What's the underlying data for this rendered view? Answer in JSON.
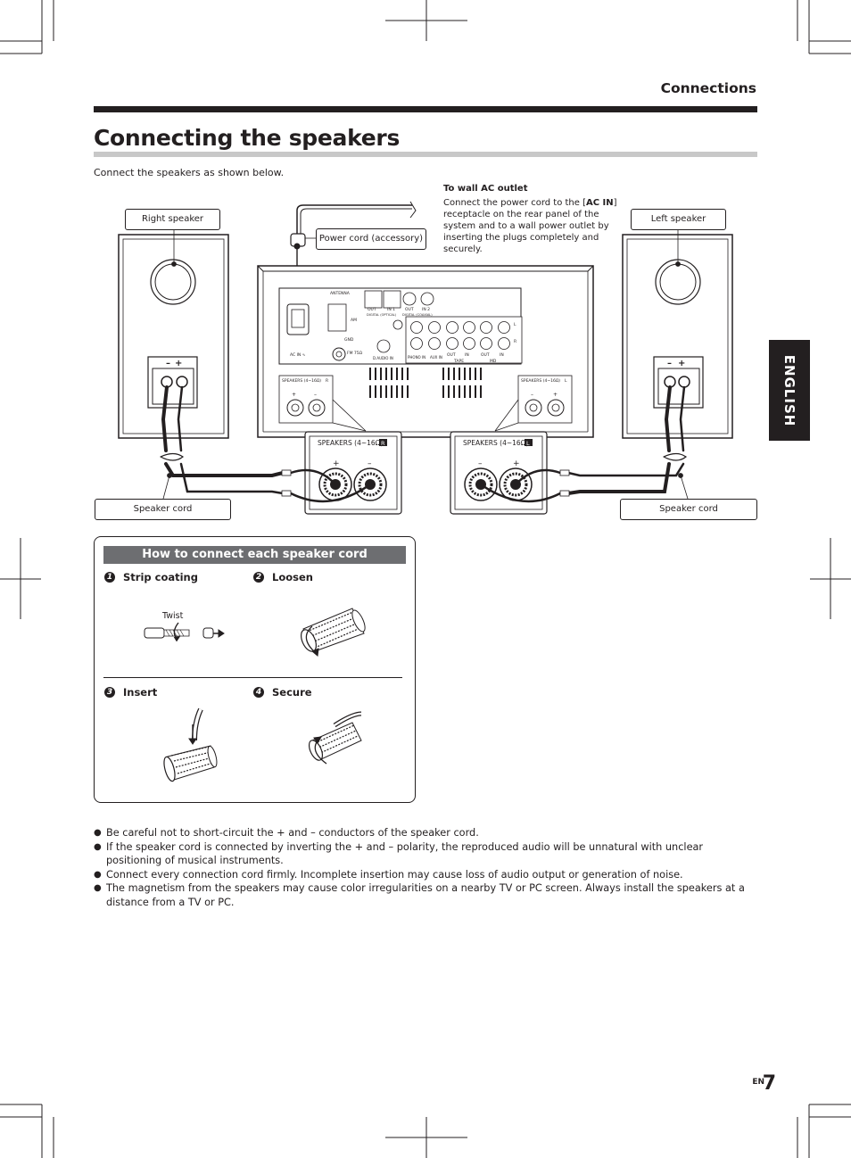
{
  "header": {
    "section": "Connections"
  },
  "page": {
    "title": "Connecting the speakers",
    "intro": "Connect the speakers as shown below."
  },
  "diagram": {
    "labels": {
      "right_speaker": "Right speaker",
      "left_speaker": "Left speaker",
      "power_cord": "Power cord (accessory)",
      "speaker_cord_left": "Speaker cord",
      "speaker_cord_right": "Speaker cord"
    },
    "outlet": {
      "heading": "To wall AC outlet",
      "text_before": "Connect the power cord to the [",
      "text_bold": "AC IN",
      "text_after": "] receptacle on the rear panel of the system and to a wall power outlet by inserting the plugs completely and securely."
    },
    "panel_labels": {
      "antenna": "ANTENNA",
      "am": "AM",
      "gnd": "GND",
      "fm": "FM 75Ω",
      "ac_in": "AC IN ∿",
      "digital_optical": "DIGITAL (OPTICAL)",
      "digital_coaxial": "DIGITAL (COAXIAL)",
      "out": "OUT",
      "in1": "IN 1",
      "in2": "IN 2",
      "d_audio_in": "D.AUDIO IN",
      "phono_in": "PHONO IN",
      "aux_in": "AUX IN",
      "tape": "TAPE",
      "md": "MD",
      "in": "IN",
      "l": "L",
      "r": "R",
      "speakers_small": "SPEAKERS (4~16Ω)",
      "speakers_zoom": "SPEAKERS (4~16Ω)",
      "plus": "+",
      "minus": "–"
    }
  },
  "howto": {
    "title": "How to connect each speaker cord",
    "steps": [
      {
        "num": "1",
        "label": "Strip coating"
      },
      {
        "num": "2",
        "label": "Loosen"
      },
      {
        "num": "3",
        "label": "Insert"
      },
      {
        "num": "4",
        "label": "Secure"
      }
    ],
    "twist": "Twist"
  },
  "notes": [
    "Be careful not to short-circuit the + and – conductors of the speaker cord.",
    "If the speaker cord is connected by inverting the + and – polarity, the reproduced audio will be unnatural with unclear positioning of musical instruments.",
    "Connect every connection cord firmly. Incomplete insertion may cause loss of audio output or generation of noise.",
    "The magnetism from the speakers may cause color irregularities on a nearby TV or PC screen. Always install the speakers at a distance from a TV or PC."
  ],
  "tab": {
    "label": "ENGLISH"
  },
  "footer": {
    "lang": "EN",
    "page_number": "7"
  },
  "icons": [
    "bullet-dot-icon",
    "speaker-icon",
    "rca-jack-icon",
    "binding-post-icon",
    "rotate-arrow-icon"
  ]
}
